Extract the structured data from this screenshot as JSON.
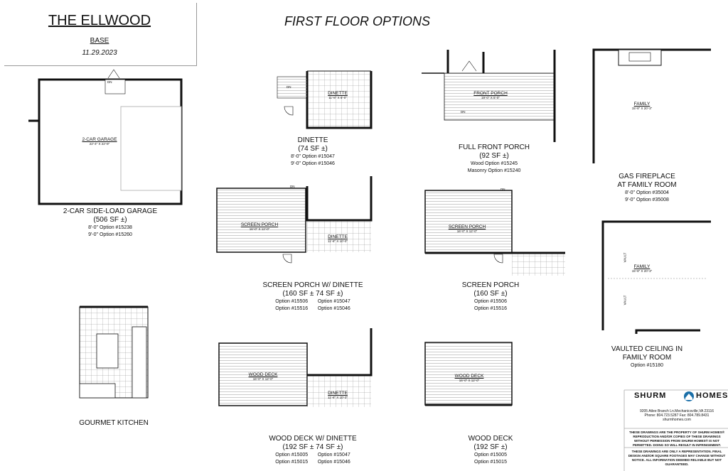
{
  "header": {
    "plan_name": "THE ELLWOOD",
    "elevation": "BASE",
    "date": "11.29.2023",
    "section_title": "FIRST FLOOR OPTIONS"
  },
  "options": {
    "garage": {
      "title": "2-CAR SIDE-LOAD GARAGE",
      "area": "(506 SF ±)",
      "opt1": "8'-0\" Option #15238",
      "opt2": "9'-0\" Option #15260",
      "room": "2-CAR GARAGE",
      "dim": "22'-4\" X 22'-8\"",
      "door_tag": "DN"
    },
    "dinette": {
      "title": "DINETTE",
      "area": "(74 SF ±)",
      "opt1": "8'-0\" Option #15047",
      "opt2": "9'-0\" Option #15046",
      "room": "DINETTE",
      "dim": "11'-8\" X 6'-0\"",
      "door_tag": "DN"
    },
    "front_porch": {
      "title": "FULL FRONT PORCH",
      "area": "(92 SF ±)",
      "opt1": "Wood Option #15245",
      "opt2": "Masonry Option #15240",
      "room": "FRONT PORCH",
      "dim": "19'-0\" X 5'-0\"",
      "door_tag": "DN"
    },
    "fireplace": {
      "title": "GAS FIREPLACE",
      "title2": "AT FAMILY ROOM",
      "opt1": "8'-0\" Option #35004",
      "opt2": "9'-0\" Option #35008",
      "room": "FAMILY",
      "dim": "15'-8\" X 20'-3\""
    },
    "screen_dinette": {
      "title": "SCREEN PORCH W/ DINETTE",
      "area": "(160 SF ± 74 SF ±)",
      "opt1a": "Option #15506",
      "opt1b": "Option #15047",
      "opt2a": "Option #15516",
      "opt2b": "Option #15046",
      "room": "SCREEN PORCH",
      "dim": "16'-0\" X 12'-0\"",
      "room2": "DINETTE",
      "dim2": "11'-8\" X 10'-0\"",
      "door_tag": "DN"
    },
    "screen_porch": {
      "title": "SCREEN PORCH",
      "area": "(160 SF ±)",
      "opt1": "Option #15506",
      "opt2": "Option #15516",
      "room": "SCREEN PORCH",
      "dim": "16'-0\" X 12'-0\"",
      "door_tag": "DN"
    },
    "vaulted": {
      "title": "VAULTED CEILING IN",
      "title2": "FAMILY ROOM",
      "opt1": "Option #15180",
      "room": "FAMILY",
      "dim": "15'-8\" X 20'-3\"",
      "vault": "VAULT"
    },
    "kitchen": {
      "title": "GOURMET KITCHEN"
    },
    "deck_dinette": {
      "title": "WOOD DECK W/ DINETTE",
      "area": "(192 SF ± 74 SF ±)",
      "opt1a": "Option #15005",
      "opt1b": "Option #15047",
      "opt2a": "Option #15015",
      "opt2b": "Option #15046",
      "room": "WOOD DECK",
      "dim": "16'-0\" X 12'-0\"",
      "room2": "DINETTE",
      "dim2": "11'-8\" X 10'-3\""
    },
    "deck": {
      "title": "WOOD DECK",
      "area": "(192 SF ±)",
      "opt1": "Option #15005",
      "opt2": "Option #15015",
      "room": "WOOD DECK",
      "dim": "16'-0\" X 12'-0\""
    }
  },
  "company": {
    "name_left": "SHURM",
    "name_right": "HOMES",
    "address": "9205 Atlee Branch Ln.Mechanicsville,VA 23116",
    "phone": "Phone: 804.723.5287 Fax: 804.789.8431",
    "web": "shurmhomes.com",
    "disclaimer1": "THESE DRAWINGS ARE THE PROPERTY OF SHURM HOMES® REPRODUCTION AND/OR COPIES OF THESE DRAWINGS WITHOUT PERMISSION FROM SHURM HOMES® IS NOT PERMITTED. DOING SO WILL RESULT IN INFRINGEMENT.",
    "disclaimer2": "THESE DRAWINGS ARE ONLY A REPRESENTATION. FINAL DESIGN AND/OR SQUARE FOOTAGES MAY CHANGE WITHOUT NOTICE. ALL INFORMATION DEEMED RELIABLE BUT NOT GUARANTEED."
  }
}
